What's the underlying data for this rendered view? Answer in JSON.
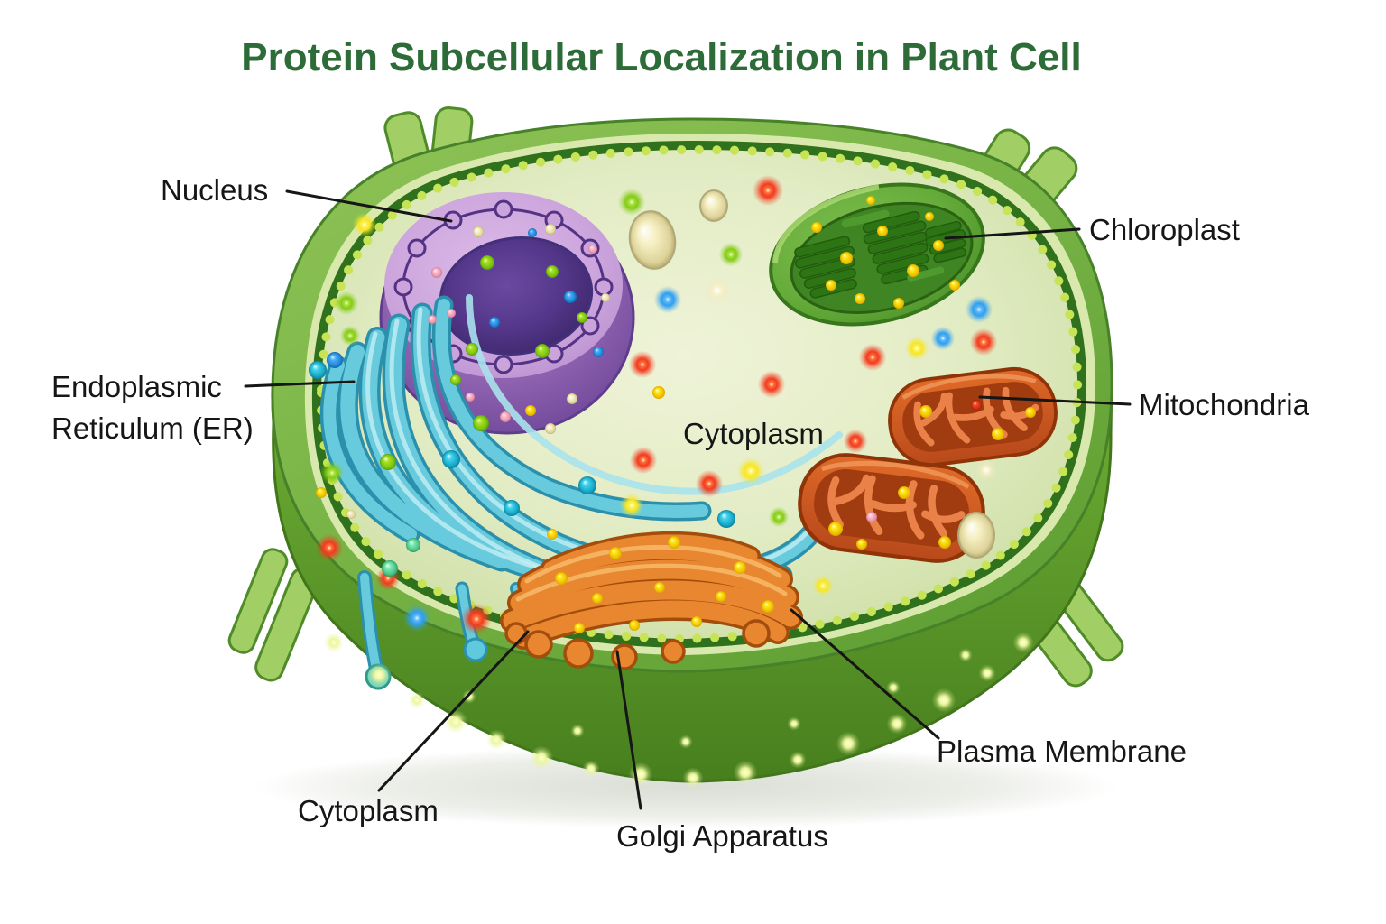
{
  "title": "Protein Subcellular Localization in Plant Cell",
  "labels": {
    "nucleus": "Nucleus",
    "chloroplast": "Chloroplast",
    "er_line1": "Endoplasmic",
    "er_line2": "Reticulum (ER)",
    "mitochondria": "Mitochondria",
    "cytoplasm_center": "Cytoplasm",
    "cytoplasm_bottom": "Cytoplasm",
    "golgi": "Golgi Apparatus",
    "plasma_membrane": "Plasma Membrane"
  },
  "organelles": [
    {
      "name": "Nucleus",
      "color": "#8a5fae"
    },
    {
      "name": "Chloroplast",
      "color": "#3f8523"
    },
    {
      "name": "Endoplasmic Reticulum (ER)",
      "color": "#67cadd"
    },
    {
      "name": "Golgi Apparatus",
      "color": "#e8872f"
    },
    {
      "name": "Mitochondria",
      "color": "#cf5a1f"
    },
    {
      "name": "Cytoplasm",
      "color": "#e3ecc8"
    },
    {
      "name": "Plasma Membrane",
      "color": "#2f711c"
    }
  ],
  "colors": {
    "background": "#ffffff",
    "title_text": "#2d6c38",
    "label_text": "#161616",
    "cell_wall": "#7ab84a",
    "cell_wall_inner_band": "#d9e9ad",
    "plasma_membrane": "#2f711c",
    "membrane_beads": "#c6e455",
    "cytosol": "#e3ecc8",
    "front_face": "#5d9a2b"
  },
  "protein_dot_colors": {
    "red": "#f23b1e",
    "yellow": "#f7e623",
    "green": "#84cc16",
    "blue": "#2f9ff2",
    "pink": "#f9a8c0",
    "cream": "#f2ecc0",
    "cyan": "#3fd2ec"
  },
  "protein_dots": {
    "cytosol": [
      [
        "g-green",
        700,
        224,
        8
      ],
      [
        "g-cream",
        795,
        322,
        8
      ],
      [
        "g-red",
        851,
        211,
        9
      ],
      [
        "g-green",
        810,
        282,
        7
      ],
      [
        "g-blue",
        740,
        332,
        8
      ],
      [
        "g-blue",
        1085,
        343,
        8
      ],
      [
        "g-blue",
        1045,
        375,
        7
      ],
      [
        "g-red",
        1090,
        379,
        8
      ],
      [
        "g-yellow",
        1016,
        386,
        7
      ],
      [
        "g-red",
        967,
        396,
        8
      ],
      [
        "g-red",
        712,
        404,
        8
      ],
      [
        "g-red",
        855,
        426,
        8
      ],
      [
        "g-yellow",
        832,
        522,
        8
      ],
      [
        "g-red",
        713,
        510,
        8
      ],
      [
        "g-red",
        786,
        536,
        8
      ],
      [
        "g-green",
        863,
        573,
        6
      ],
      [
        "g-yellow",
        700,
        560,
        7
      ],
      [
        "g-red",
        528,
        686,
        9
      ],
      [
        "g-blue",
        462,
        685,
        8
      ],
      [
        "g-red",
        430,
        641,
        7
      ],
      [
        "g-red",
        365,
        607,
        8
      ],
      [
        "g-green",
        368,
        524,
        7
      ],
      [
        "g-yellow",
        912,
        649,
        6
      ],
      [
        "g-red",
        948,
        489,
        7
      ],
      [
        "g-yellow",
        404,
        249,
        7
      ],
      [
        "g-green",
        384,
        336,
        7
      ],
      [
        "g-green",
        388,
        372,
        6
      ],
      [
        "g-cream",
        1093,
        521,
        6
      ]
    ],
    "front_face": [
      [
        "g-face",
        370,
        712,
        6
      ],
      [
        "g-face",
        420,
        748,
        7
      ],
      [
        "g-face",
        462,
        776,
        5
      ],
      [
        "g-face",
        505,
        800,
        7
      ],
      [
        "g-face",
        550,
        820,
        6
      ],
      [
        "g-face",
        600,
        840,
        7
      ],
      [
        "g-face",
        655,
        852,
        5
      ],
      [
        "g-face",
        710,
        858,
        7
      ],
      [
        "g-face",
        768,
        862,
        6
      ],
      [
        "g-face",
        826,
        856,
        7
      ],
      [
        "g-face",
        884,
        842,
        5
      ],
      [
        "g-face",
        940,
        824,
        7
      ],
      [
        "g-face",
        994,
        802,
        6
      ],
      [
        "g-face",
        1046,
        776,
        7
      ],
      [
        "g-face",
        1094,
        746,
        5
      ],
      [
        "g-face",
        1134,
        712,
        6
      ],
      [
        "g-face",
        520,
        772,
        4
      ],
      [
        "g-face",
        640,
        810,
        4
      ],
      [
        "g-face",
        760,
        822,
        4
      ],
      [
        "g-face",
        880,
        802,
        4
      ],
      [
        "g-face",
        990,
        762,
        4
      ],
      [
        "g-face",
        1070,
        726,
        4
      ]
    ],
    "nucleus": [
      [
        "s-lime",
        540,
        291,
        8
      ],
      [
        "s-lime",
        612,
        301,
        7
      ],
      [
        "s-lime",
        523,
        387,
        7
      ],
      [
        "s-lime",
        601,
        389,
        8
      ],
      [
        "s-lime",
        645,
        352,
        6
      ],
      [
        "s-lime",
        505,
        421,
        6
      ],
      [
        "s-blue",
        632,
        329,
        7
      ],
      [
        "s-blue",
        548,
        357,
        6
      ],
      [
        "s-blue",
        663,
        390,
        6
      ],
      [
        "s-blue",
        590,
        258,
        5
      ],
      [
        "s-pink",
        484,
        302,
        6
      ],
      [
        "s-pink",
        500,
        347,
        5
      ],
      [
        "s-cream",
        530,
        257,
        6
      ],
      [
        "s-cream",
        610,
        254,
        6
      ],
      [
        "s-pink",
        657,
        276,
        5
      ],
      [
        "s-pink",
        479,
        354,
        5
      ],
      [
        "s-pink",
        560,
        462,
        6
      ],
      [
        "s-cream",
        634,
        442,
        6
      ],
      [
        "s-pink",
        521,
        440,
        5
      ],
      [
        "s-cream",
        671,
        330,
        5
      ],
      [
        "s-yellow",
        588,
        455,
        6
      ]
    ],
    "chloroplast": [
      [
        "s-yellow",
        905,
        252,
        6
      ],
      [
        "s-yellow",
        938,
        286,
        7
      ],
      [
        "s-yellow",
        978,
        256,
        6
      ],
      [
        "s-yellow",
        1012,
        300,
        7
      ],
      [
        "s-yellow",
        953,
        331,
        6
      ],
      [
        "s-yellow",
        1040,
        272,
        6
      ],
      [
        "s-yellow",
        1058,
        316,
        6
      ],
      [
        "s-yellow",
        921,
        316,
        6
      ],
      [
        "s-yellow",
        996,
        336,
        6
      ],
      [
        "s-yellow",
        965,
        222,
        5
      ],
      [
        "s-yellow",
        1030,
        240,
        5
      ]
    ],
    "endoplasmic_reticulum": [
      [
        "s-cyan",
        352,
        410,
        10
      ],
      [
        "s-blue",
        371,
        399,
        9
      ],
      [
        "s-mint",
        432,
        630,
        9
      ],
      [
        "s-cyan",
        500,
        509,
        10
      ],
      [
        "s-lime",
        430,
        512,
        9
      ],
      [
        "s-lime",
        533,
        469,
        9
      ],
      [
        "s-cyan",
        651,
        538,
        10
      ],
      [
        "s-cyan",
        805,
        575,
        10
      ],
      [
        "s-mint",
        458,
        604,
        8
      ],
      [
        "s-cream",
        610,
        475,
        6
      ],
      [
        "s-yellow",
        730,
        435,
        7
      ],
      [
        "s-cyan",
        567,
        563,
        9
      ],
      [
        "s-yellow",
        356,
        546,
        6
      ],
      [
        "s-cream",
        389,
        570,
        5
      ]
    ],
    "golgi_apparatus": [
      [
        "s-yellow",
        622,
        641,
        7
      ],
      [
        "s-yellow",
        682,
        613,
        7
      ],
      [
        "s-yellow",
        747,
        601,
        7
      ],
      [
        "s-yellow",
        820,
        629,
        7
      ],
      [
        "s-yellow",
        662,
        663,
        6
      ],
      [
        "s-yellow",
        731,
        651,
        6
      ],
      [
        "s-yellow",
        799,
        661,
        6
      ],
      [
        "s-yellow",
        642,
        696,
        6
      ],
      [
        "s-yellow",
        703,
        693,
        6
      ],
      [
        "s-yellow",
        772,
        689,
        6
      ],
      [
        "s-yellow",
        851,
        672,
        7
      ],
      [
        "s-yellow",
        612,
        592,
        6
      ]
    ],
    "mitochondria": [
      [
        "s-yellow",
        1026,
        456,
        7
      ],
      [
        "s-yellow",
        1106,
        481,
        7
      ],
      [
        "s-yellow",
        1142,
        457,
        6
      ],
      [
        "s-red",
        1082,
        449,
        6
      ],
      [
        "s-yellow",
        926,
        586,
        8
      ],
      [
        "s-yellow",
        1002,
        546,
        7
      ],
      [
        "s-yellow",
        1047,
        601,
        7
      ],
      [
        "s-pink",
        966,
        573,
        6
      ],
      [
        "s-yellow",
        955,
        603,
        6
      ]
    ]
  }
}
